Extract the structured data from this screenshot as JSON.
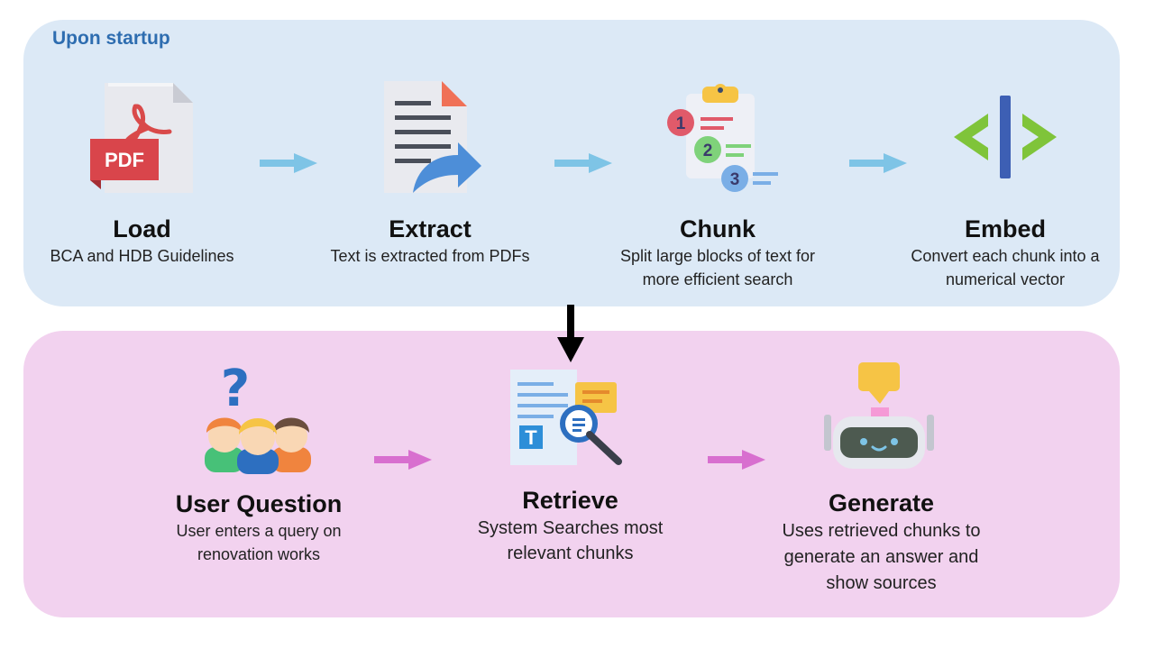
{
  "section_label": "Upon startup",
  "steps": {
    "load": {
      "title": "Load",
      "desc": "BCA and HDB Guidelines",
      "icon": "pdf-icon",
      "icon_text": "PDF"
    },
    "extract": {
      "title": "Extract",
      "desc": "Text is extracted from PDFs",
      "icon": "extract-document-icon"
    },
    "chunk": {
      "title": "Chunk",
      "desc": "Split large blocks of text for more efficient search",
      "icon": "numbered-clipboard-icon",
      "icon_numbers": [
        "1",
        "2",
        "3"
      ]
    },
    "embed": {
      "title": "Embed",
      "desc": "Convert each chunk into a numerical vector",
      "icon": "code-brackets-icon"
    },
    "question": {
      "title": "User Question",
      "desc": "User enters a query on renovation works",
      "icon": "users-question-icon",
      "icon_text": "?"
    },
    "retrieve": {
      "title": "Retrieve",
      "desc": "System Searches most relevant chunks",
      "icon": "document-search-icon",
      "icon_text": "T"
    },
    "generate": {
      "title": "Generate",
      "desc": "Uses retrieved chunks to generate an answer and show sources",
      "icon": "robot-icon"
    }
  },
  "colors": {
    "startup_panel": "#dce9f6",
    "query_panel": "#f2d2ef",
    "section_label": "#2e6db0",
    "startup_arrow": "#7ec4e6",
    "query_arrow": "#d86fcf",
    "connector_arrow": "#000000"
  }
}
